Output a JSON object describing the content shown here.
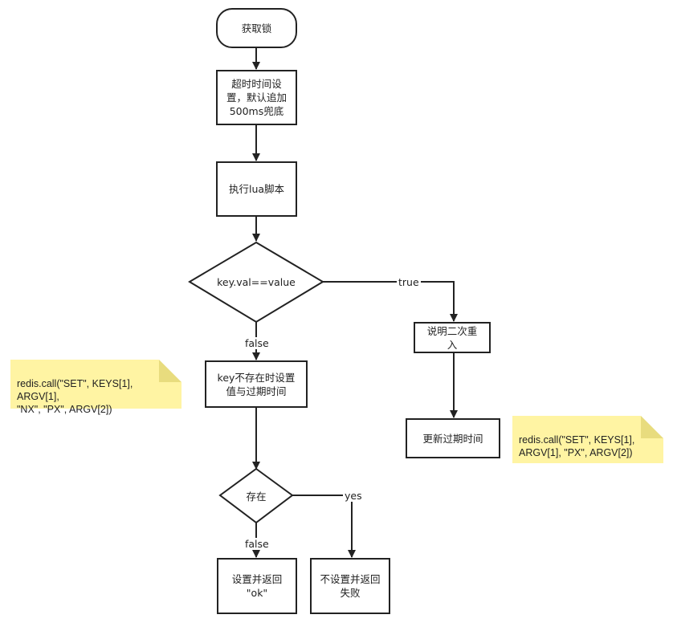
{
  "nodes": {
    "acquire_lock": "获取锁",
    "timeout_setting": "超时时间设\n置，默认追加\n500ms兜底",
    "exec_lua": "执行lua脚本",
    "check_key": "key.val==value",
    "reentry": "说明二次重\n入",
    "set_when_absent": "key不存在时设置\n值与过期时间",
    "update_expire": "更新过期时间",
    "exists": "存在",
    "set_return_ok": "设置并返回\n\"ok\"",
    "no_set_fail": "不设置并返回\n失败"
  },
  "edge_labels": {
    "true": "true",
    "false_1": "false",
    "yes": "yes",
    "false_2": "false"
  },
  "notes": {
    "set_nx_px": "redis.call(\"SET\", KEYS[1],\nARGV[1],\n \"NX\", \"PX\", ARGV[2])",
    "set_px": "redis.call(\"SET\", KEYS[1],\nARGV[1], \"PX\", ARGV[2])"
  },
  "colors": {
    "line": "#222222",
    "note_fill": "#fff4a3"
  }
}
